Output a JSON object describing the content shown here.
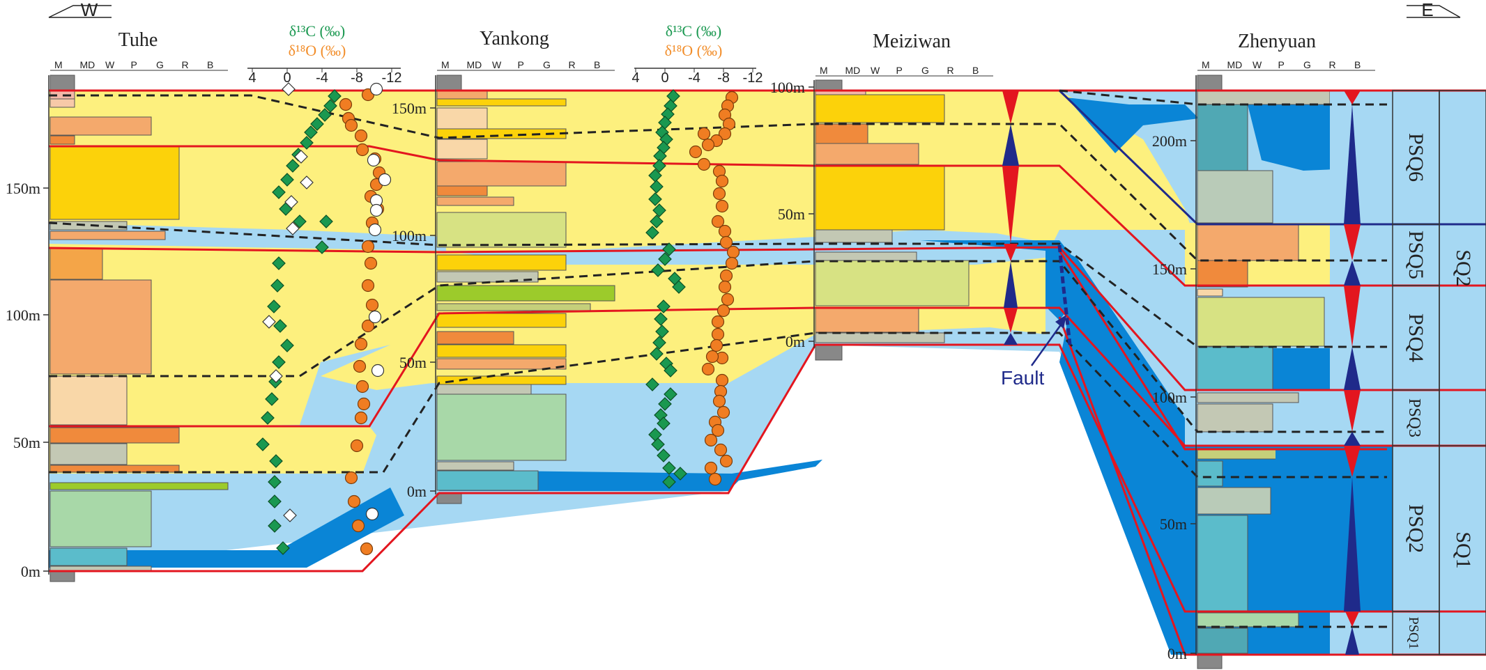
{
  "direction": {
    "west": "W",
    "east": "E"
  },
  "sections": [
    {
      "name": "Tuhe",
      "depth_labels": [
        "0m",
        "50m",
        "100m",
        "150m"
      ]
    },
    {
      "name": "Yankong",
      "depth_labels": [
        "0m",
        "50m",
        "100m",
        "150m"
      ]
    },
    {
      "name": "Meiziwan",
      "depth_labels": [
        "0m",
        "50m",
        "100m"
      ]
    },
    {
      "name": "Zhenyuan",
      "depth_labels": [
        "0m",
        "50m",
        "100m",
        "150m",
        "200m"
      ]
    }
  ],
  "lithology_scale": [
    "M",
    "MD",
    "W",
    "P",
    "G",
    "R",
    "B"
  ],
  "isotope_axis": {
    "carbon_label": "δ¹³C (‰)",
    "oxygen_label": "δ¹⁸O (‰)",
    "ticks": [
      "4",
      "0",
      "-4",
      "-8",
      "-12"
    ],
    "carbon_color": "#1a9850",
    "oxygen_color": "#f28e2b"
  },
  "fault_label": "Fault",
  "sequences": {
    "psq": [
      "PSQ6",
      "PSQ5",
      "PSQ4",
      "PSQ3",
      "PSQ2",
      "PSQ1"
    ],
    "sq": [
      "SQ2",
      "SQ1"
    ]
  },
  "colors": {
    "shallow_yellow": "#fdf07e",
    "light_blue": "#a6d8f3",
    "deep_blue": "#0a85d6",
    "boundary_red": "#e3161f",
    "navy": "#1f2a8a"
  }
}
